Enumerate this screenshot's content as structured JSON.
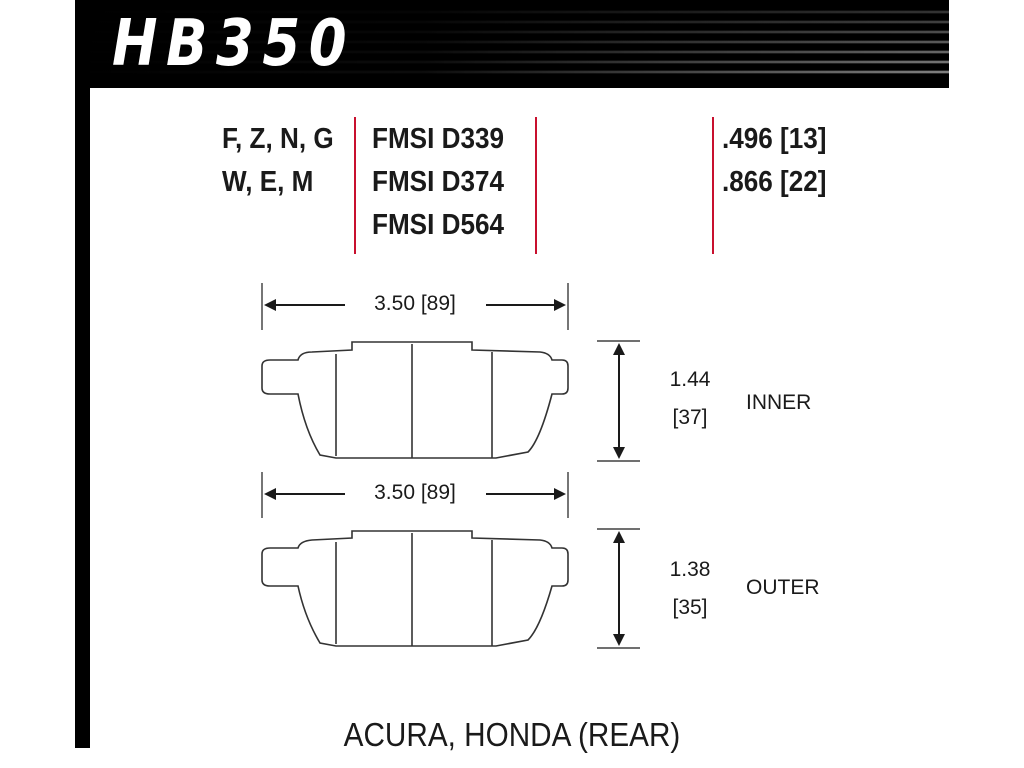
{
  "header": {
    "part_number": "HB350"
  },
  "specs": {
    "compounds": [
      "F, Z, N, G",
      "W, E, M"
    ],
    "fmsi": [
      "FMSI D339",
      "FMSI D374",
      "FMSI D564"
    ],
    "thickness": [
      ".496 [13]",
      ".866 [22]"
    ]
  },
  "pads": [
    {
      "width": "3.50 [89]",
      "height_in": "1.44",
      "height_mm": "[37]",
      "label": "INNER"
    },
    {
      "width": "3.50 [89]",
      "height_in": "1.38",
      "height_mm": "[35]",
      "label": "OUTER"
    }
  ],
  "footer": {
    "application": "ACURA, HONDA (REAR)"
  },
  "colors": {
    "accent_lines": "#c8102e",
    "header_bg": "#000000",
    "text": "#1a1a1a"
  }
}
